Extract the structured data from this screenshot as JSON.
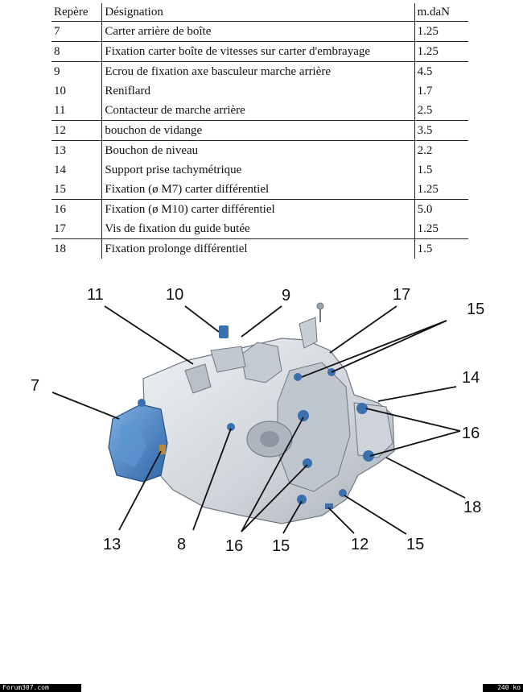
{
  "table": {
    "headers": {
      "repere": "Repère",
      "designation": "Désignation",
      "value": "m.daN"
    },
    "rows": [
      {
        "repere": "7",
        "designation": "Carter arrière de boîte",
        "value": "1.25"
      },
      {
        "repere": "8",
        "designation": "Fixation carter boîte de vitesses sur carter d'embrayage",
        "value": "1.25"
      },
      {
        "repere": "9",
        "designation": "Ecrou de fixation axe basculeur marche arrière",
        "value": "4.5"
      },
      {
        "repere": "10",
        "designation": "Reniflard",
        "value": "1.7"
      },
      {
        "repere": "11",
        "designation": "Contacteur de marche arrière",
        "value": "2.5"
      },
      {
        "repere": "12",
        "designation": "bouchon de vidange",
        "value": "3.5"
      },
      {
        "repere": "13",
        "designation": "Bouchon de niveau",
        "value": "2.2"
      },
      {
        "repere": "14",
        "designation": "Support prise tachymétrique",
        "value": "1.5"
      },
      {
        "repere": "15",
        "designation": "Fixation (ø M7) carter différentiel",
        "value": "1.25"
      },
      {
        "repere": "16",
        "designation": "Fixation (ø M10) carter différentiel",
        "value": "5.0"
      },
      {
        "repere": "17",
        "designation": "Vis de fixation du guide butée",
        "value": "1.25"
      },
      {
        "repere": "18",
        "designation": "Fixation prolonge différentiel",
        "value": "1.5"
      }
    ]
  },
  "diagram": {
    "callouts": {
      "c7": "7",
      "c8": "8",
      "c9": "9",
      "c10": "10",
      "c11": "11",
      "c12": "12",
      "c13": "13",
      "c14": "14",
      "c15a": "15",
      "c15b": "15",
      "c15c": "15",
      "c16a": "16",
      "c16b": "16",
      "c17": "17",
      "c18": "18"
    },
    "colors": {
      "housing": "#d9dde2",
      "housing_dark": "#9aa3ac",
      "blue_part": "#4a86c6",
      "bolt": "#3a6fb0"
    }
  },
  "footer": {
    "left": "Forum307.com",
    "right": "240 ko"
  }
}
